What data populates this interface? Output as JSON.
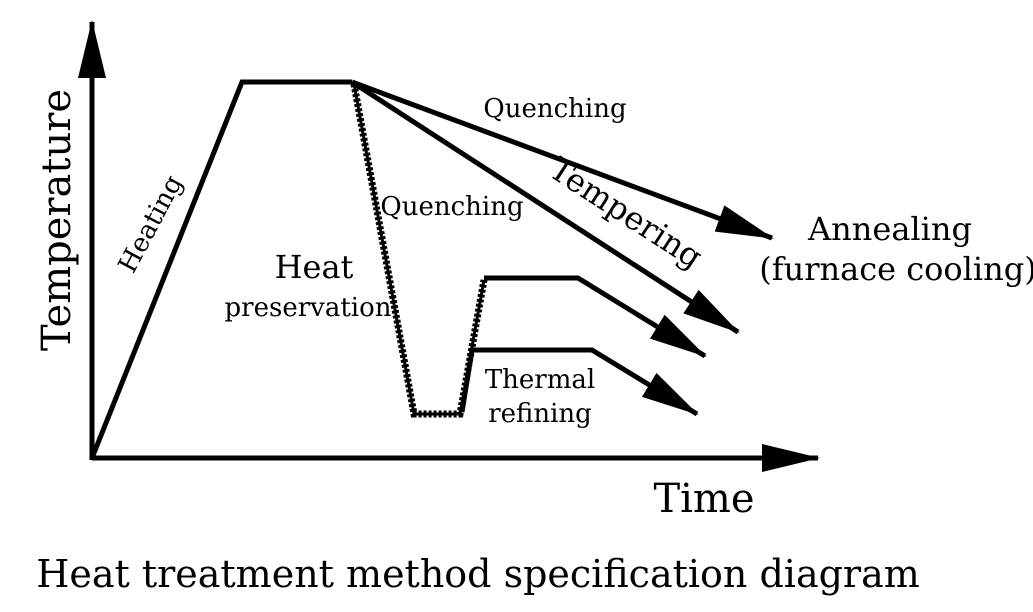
{
  "axes": {
    "y_label": "Temperature",
    "x_label": "Time"
  },
  "labels": {
    "heating": "Heating",
    "heat_line1": "Heat",
    "heat_line2": "preservation",
    "quenching_top": "Quenching",
    "quenching_mid": "Quenching",
    "tempering": "Tempering",
    "annealing_line1": "Annealing",
    "annealing_line2": "(furnace cooling)",
    "thermal_line1": "Thermal",
    "thermal_line2": "refining"
  },
  "caption": "Heat treatment method specification diagram",
  "colors": {
    "ink": "#000000",
    "background": "#ffffff"
  }
}
